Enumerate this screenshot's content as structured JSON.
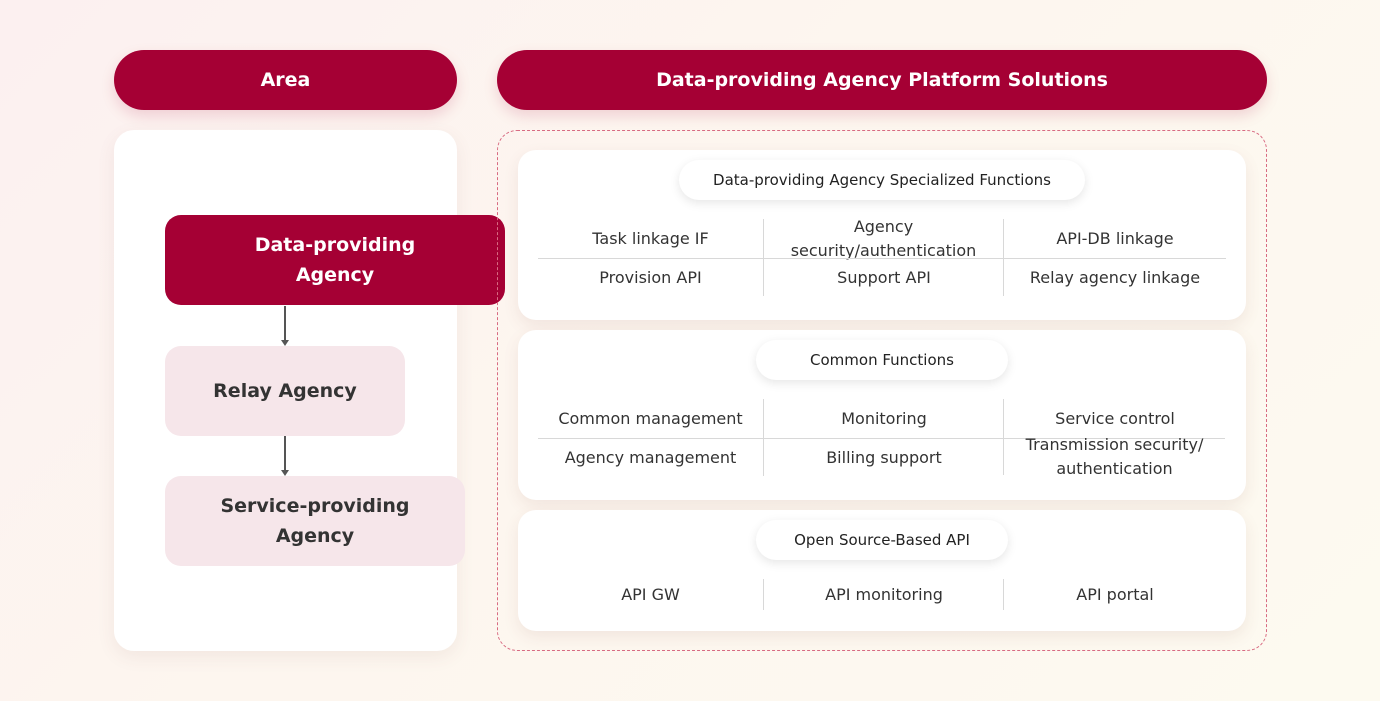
{
  "area": {
    "header": "Area",
    "nodes": {
      "data_providing": "Data-providing Agency",
      "relay": "Relay Agency",
      "service_providing": "Service-providing Agency"
    }
  },
  "platform": {
    "header": "Data-providing Agency Platform Solutions",
    "specialized": {
      "title": "Data-providing Agency Specialized Functions",
      "cells": [
        "Task linkage IF",
        "Agency security/authentication",
        "API-DB linkage",
        "Provision API",
        "Support API",
        "Relay agency linkage"
      ]
    },
    "common": {
      "title": "Common Functions",
      "cells": [
        "Common management",
        "Monitoring",
        "Service control",
        "Agency management",
        "Billing support",
        "Transmission security/ authentication"
      ]
    },
    "opensource": {
      "title": "Open Source-Based API",
      "cells": [
        "API GW",
        "API monitoring",
        "API portal"
      ]
    }
  },
  "colors": {
    "brand": "#a50034",
    "node_light": "#f6e6ea",
    "dashed_border": "#d86b82"
  }
}
